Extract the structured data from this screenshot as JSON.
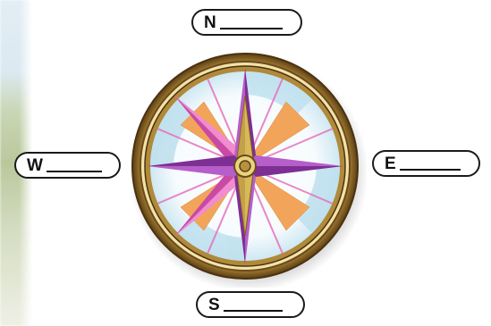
{
  "labels": {
    "north": "N",
    "west": "W",
    "east": "E",
    "south": "S"
  },
  "colors": {
    "rim_gold": "#b8913c",
    "rim_dark": "#6b4a1c",
    "face_light_blue": "#dbeff7",
    "orange_triangles": "#f2a55a",
    "star_purple": "#a24ab0",
    "star_pink": "#e56bb8",
    "center_gold": "#c9a94a"
  }
}
